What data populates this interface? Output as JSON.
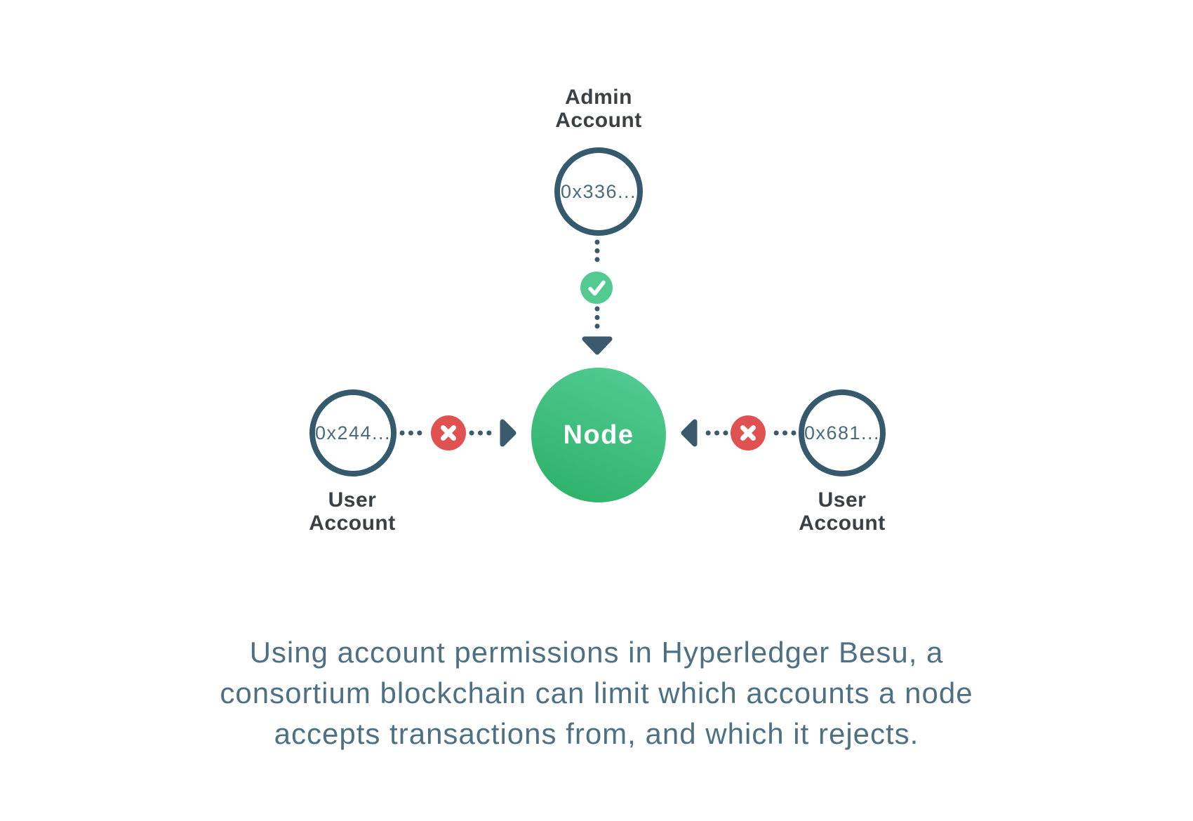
{
  "colors": {
    "background": "#ffffff",
    "slate_stroke": "#3b5a6d",
    "circle_border": "#35596d",
    "label_text": "#3b4045",
    "address_text": "#4a6b7e",
    "node_green_light": "#53cc94",
    "node_green_dark": "#2cb168",
    "check_green": "#53ca90",
    "reject_red": "#e05252",
    "caption_text": "#4d7083"
  },
  "diagram": {
    "admin": {
      "label": "Admin Account",
      "address": "0x336...",
      "status_icon": "check-icon"
    },
    "node": {
      "label": "Node"
    },
    "user_left": {
      "label": "User Account",
      "address": "0x244...",
      "status_icon": "x-icon"
    },
    "user_right": {
      "label": "User Account",
      "address": "0x681...",
      "status_icon": "x-icon"
    }
  },
  "caption": {
    "lines": [
      "Using account permissions in Hyperledger Besu, a",
      "consortium blockchain can limit which accounts a node",
      "accepts transactions from, and which it rejects."
    ]
  }
}
